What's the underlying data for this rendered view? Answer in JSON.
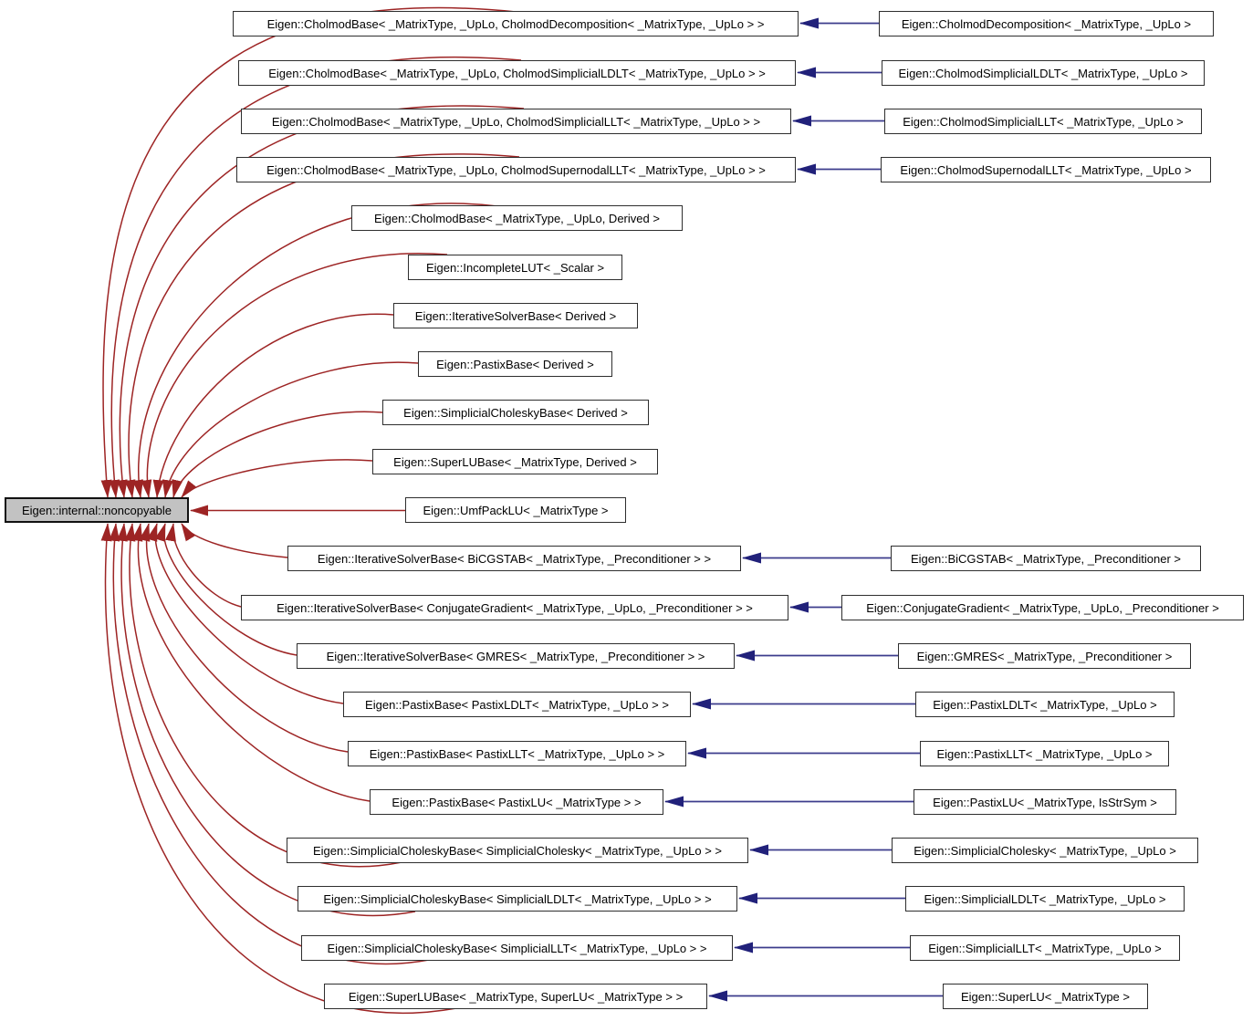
{
  "diagram": {
    "root": "Eigen::internal::noncopyable",
    "rows": [
      {
        "mid": "Eigen::CholmodBase< _MatrixType, _UpLo, CholmodDecomposition< _MatrixType, _UpLo > >",
        "right": "Eigen::CholmodDecomposition< _MatrixType, _UpLo >"
      },
      {
        "mid": "Eigen::CholmodBase< _MatrixType, _UpLo, CholmodSimplicialLDLT< _MatrixType, _UpLo > >",
        "right": "Eigen::CholmodSimplicialLDLT< _MatrixType, _UpLo >"
      },
      {
        "mid": "Eigen::CholmodBase< _MatrixType, _UpLo, CholmodSimplicialLLT< _MatrixType, _UpLo > >",
        "right": "Eigen::CholmodSimplicialLLT< _MatrixType, _UpLo >"
      },
      {
        "mid": "Eigen::CholmodBase< _MatrixType, _UpLo, CholmodSupernodalLLT< _MatrixType, _UpLo > >",
        "right": "Eigen::CholmodSupernodalLLT< _MatrixType, _UpLo >"
      },
      {
        "mid": "Eigen::CholmodBase< _MatrixType, _UpLo, Derived >",
        "right": null
      },
      {
        "mid": "Eigen::IncompleteLUT< _Scalar >",
        "right": null
      },
      {
        "mid": "Eigen::IterativeSolverBase< Derived >",
        "right": null
      },
      {
        "mid": "Eigen::PastixBase< Derived >",
        "right": null
      },
      {
        "mid": "Eigen::SimplicialCholeskyBase< Derived >",
        "right": null
      },
      {
        "mid": "Eigen::SuperLUBase< _MatrixType, Derived >",
        "right": null
      },
      {
        "mid": "Eigen::UmfPackLU< _MatrixType >",
        "right": null
      },
      {
        "mid": "Eigen::IterativeSolverBase< BiCGSTAB< _MatrixType, _Preconditioner > >",
        "right": "Eigen::BiCGSTAB< _MatrixType, _Preconditioner >"
      },
      {
        "mid": "Eigen::IterativeSolverBase< ConjugateGradient< _MatrixType, _UpLo, _Preconditioner > >",
        "right": "Eigen::ConjugateGradient< _MatrixType, _UpLo, _Preconditioner >"
      },
      {
        "mid": "Eigen::IterativeSolverBase< GMRES< _MatrixType, _Preconditioner > >",
        "right": "Eigen::GMRES< _MatrixType, _Preconditioner >"
      },
      {
        "mid": "Eigen::PastixBase< PastixLDLT< _MatrixType, _UpLo > >",
        "right": "Eigen::PastixLDLT< _MatrixType, _UpLo >"
      },
      {
        "mid": "Eigen::PastixBase< PastixLLT< _MatrixType, _UpLo > >",
        "right": "Eigen::PastixLLT< _MatrixType, _UpLo >"
      },
      {
        "mid": "Eigen::PastixBase< PastixLU< _MatrixType > >",
        "right": "Eigen::PastixLU< _MatrixType, IsStrSym >"
      },
      {
        "mid": "Eigen::SimplicialCholeskyBase< SimplicialCholesky< _MatrixType, _UpLo > >",
        "right": "Eigen::SimplicialCholesky< _MatrixType, _UpLo >"
      },
      {
        "mid": "Eigen::SimplicialCholeskyBase< SimplicialLDLT< _MatrixType, _UpLo > >",
        "right": "Eigen::SimplicialLDLT< _MatrixType, _UpLo >"
      },
      {
        "mid": "Eigen::SimplicialCholeskyBase< SimplicialLLT< _MatrixType, _UpLo > >",
        "right": "Eigen::SimplicialLLT< _MatrixType, _UpLo >"
      },
      {
        "mid": "Eigen::SuperLUBase< _MatrixType, SuperLU< _MatrixType > >",
        "right": "Eigen::SuperLU< _MatrixType >"
      }
    ],
    "colors": {
      "private_inheritance_edge": "#9d2424",
      "public_inheritance_edge": "#3c3c8c",
      "root_node_fill": "#c2c2c2",
      "node_fill": "#ffffff",
      "node_border": "#2e2e2e"
    }
  }
}
